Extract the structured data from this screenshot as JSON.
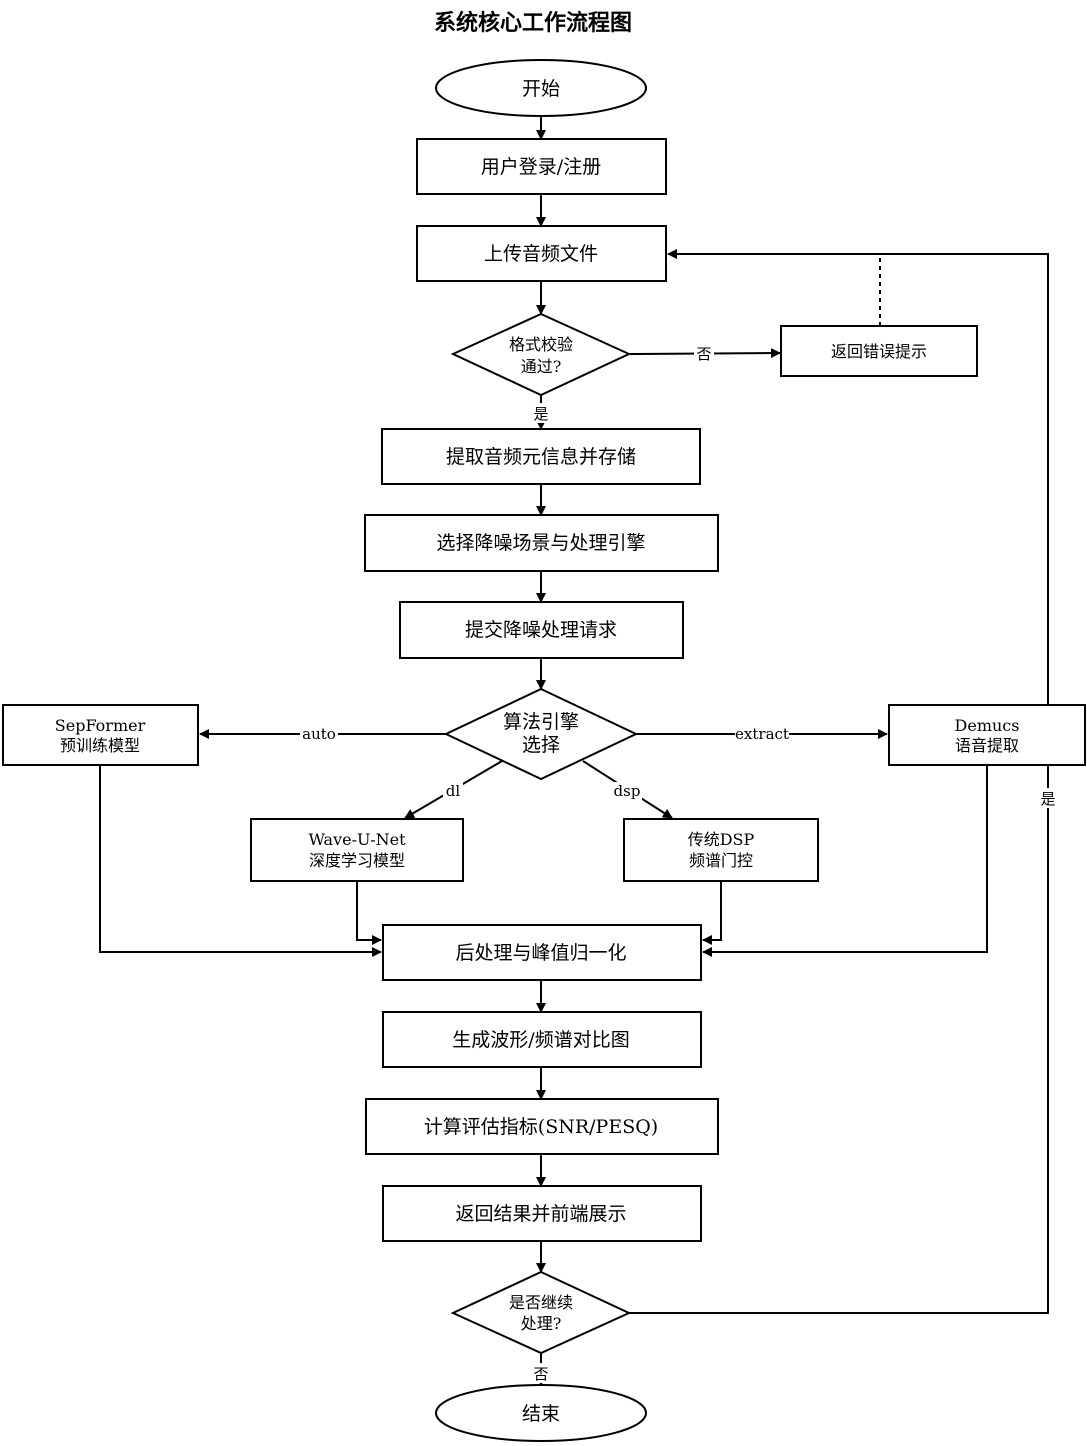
{
  "title": "系统核心工作流程图",
  "nodes": {
    "start": "开始",
    "login": "用户登录/注册",
    "upload": "上传音频文件",
    "check_l1": "格式校验",
    "check_l2": "通过?",
    "error": "返回错误提示",
    "extract_meta": "提取音频元信息并存储",
    "select_scene": "选择降噪场景与处理引擎",
    "submit": "提交降噪处理请求",
    "engine_l1": "算法引擎",
    "engine_l2": "选择",
    "sepformer_l1": "SepFormer",
    "sepformer_l2": "预训练模型",
    "demucs_l1": "Demucs",
    "demucs_l2": "语音提取",
    "waveunet_l1": "Wave-U-Net",
    "waveunet_l2": "深度学习模型",
    "dsp_l1": "传统DSP",
    "dsp_l2": "频谱门控",
    "postprocess": "后处理与峰值归一化",
    "generate": "生成波形/频谱对比图",
    "metrics": "计算评估指标(SNR/PESQ)",
    "result": "返回结果并前端展示",
    "continue_l1": "是否继续",
    "continue_l2": "处理?",
    "end": "结束"
  },
  "edge_labels": {
    "no_check": "否",
    "yes_check": "是",
    "auto": "auto",
    "extract": "extract",
    "dl": "dl",
    "dsp": "dsp",
    "yes_continue": "是",
    "no_continue": "否"
  }
}
